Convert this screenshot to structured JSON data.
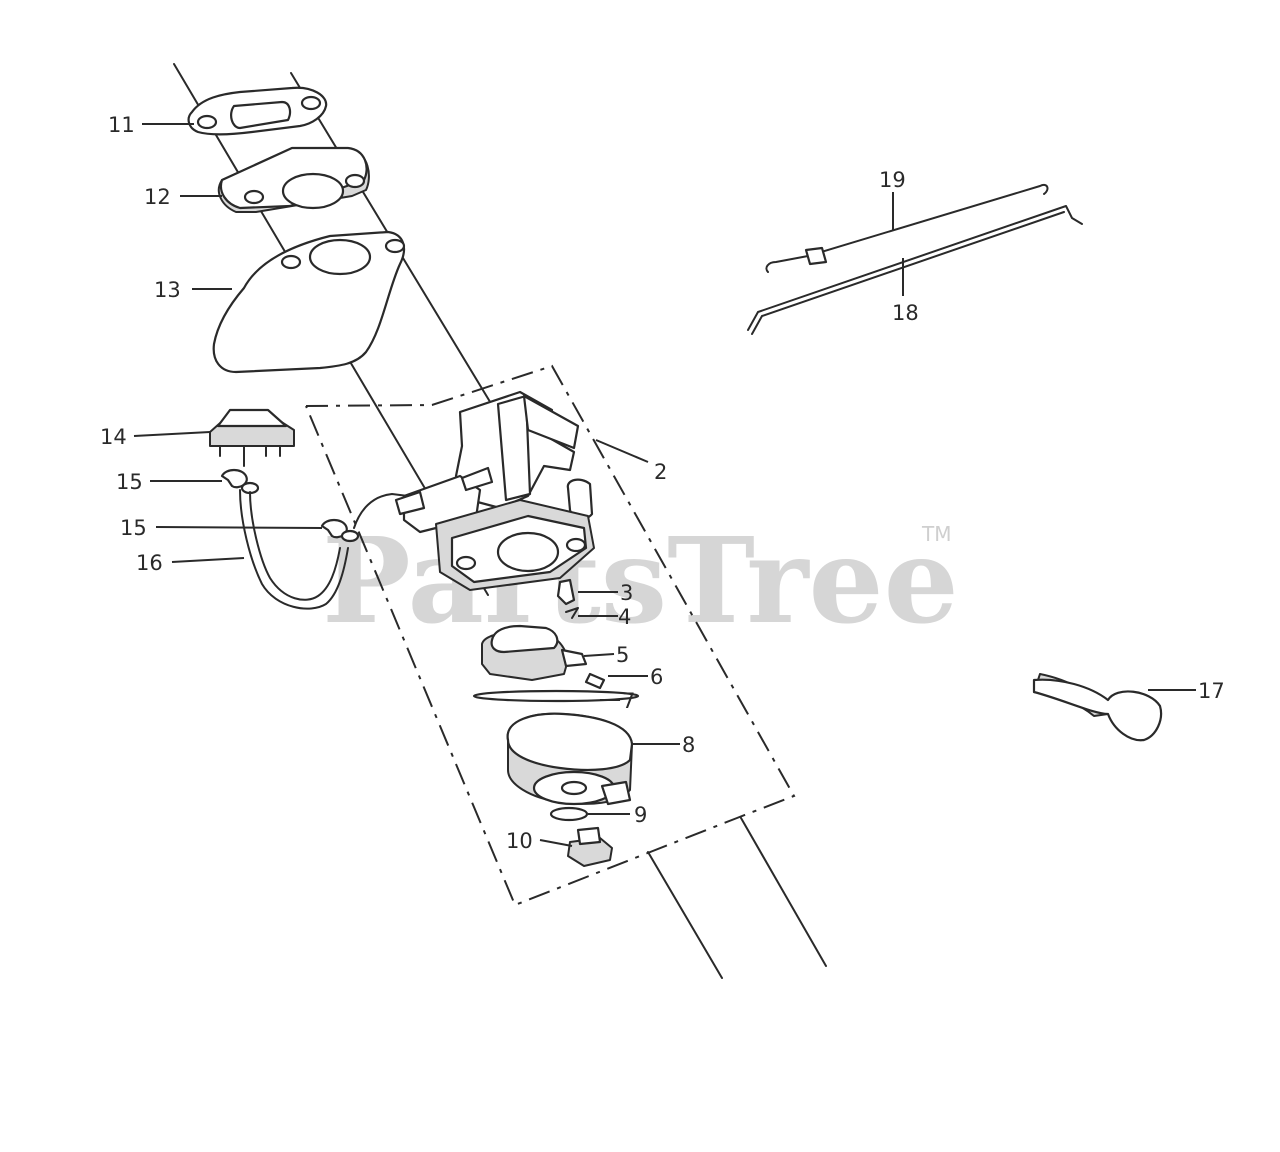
{
  "watermark": {
    "text": "PartsTree",
    "trademark": "TM"
  },
  "callouts": [
    {
      "id": "11",
      "label": "11"
    },
    {
      "id": "12",
      "label": "12"
    },
    {
      "id": "13",
      "label": "13"
    },
    {
      "id": "14",
      "label": "14"
    },
    {
      "id": "15a",
      "label": "15"
    },
    {
      "id": "15b",
      "label": "15"
    },
    {
      "id": "16",
      "label": "16"
    },
    {
      "id": "2",
      "label": "2"
    },
    {
      "id": "3",
      "label": "3"
    },
    {
      "id": "4",
      "label": "4"
    },
    {
      "id": "5",
      "label": "5"
    },
    {
      "id": "6",
      "label": "6"
    },
    {
      "id": "7",
      "label": "7"
    },
    {
      "id": "8",
      "label": "8"
    },
    {
      "id": "9",
      "label": "9"
    },
    {
      "id": "10",
      "label": "10"
    },
    {
      "id": "17",
      "label": "17"
    },
    {
      "id": "18",
      "label": "18"
    },
    {
      "id": "19",
      "label": "19"
    }
  ]
}
